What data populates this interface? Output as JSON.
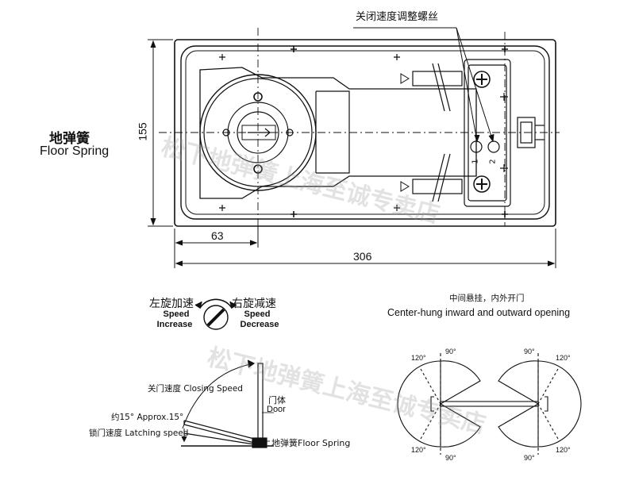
{
  "title": {
    "cn": "地弹簧",
    "en": "Floor Spring"
  },
  "top_view": {
    "screw_label": "关闭速度调整螺丝",
    "screw_numbers": [
      "1",
      "2"
    ],
    "dimensions": {
      "height": "155",
      "offset": "63",
      "length": "306"
    }
  },
  "speed_dial": {
    "left_cn": "左旋加速",
    "left_en": [
      "Speed",
      "Increase"
    ],
    "right_cn": "右旋减速",
    "right_en": [
      "Speed",
      "Decrease"
    ]
  },
  "closing_diagram": {
    "closing_speed": "关门速度 Closing Speed",
    "approx": "约15°  Approx.15°",
    "latching": "锁门速度  Latching speed",
    "door_cn": "门体",
    "door_en": "Door",
    "floor_spring": "地弹簧Floor Spring"
  },
  "opening_diagram": {
    "title_cn": "中间悬挂，内外开门",
    "title_en": "Center-hung inward and outward opening",
    "angles": [
      "120°",
      "90°",
      "90°",
      "120°",
      "120°",
      "90°",
      "90°",
      "120°"
    ]
  },
  "watermark": [
    "松下地弹簧上海至诚专卖店",
    "松下地弹簧上海至诚专卖店"
  ]
}
